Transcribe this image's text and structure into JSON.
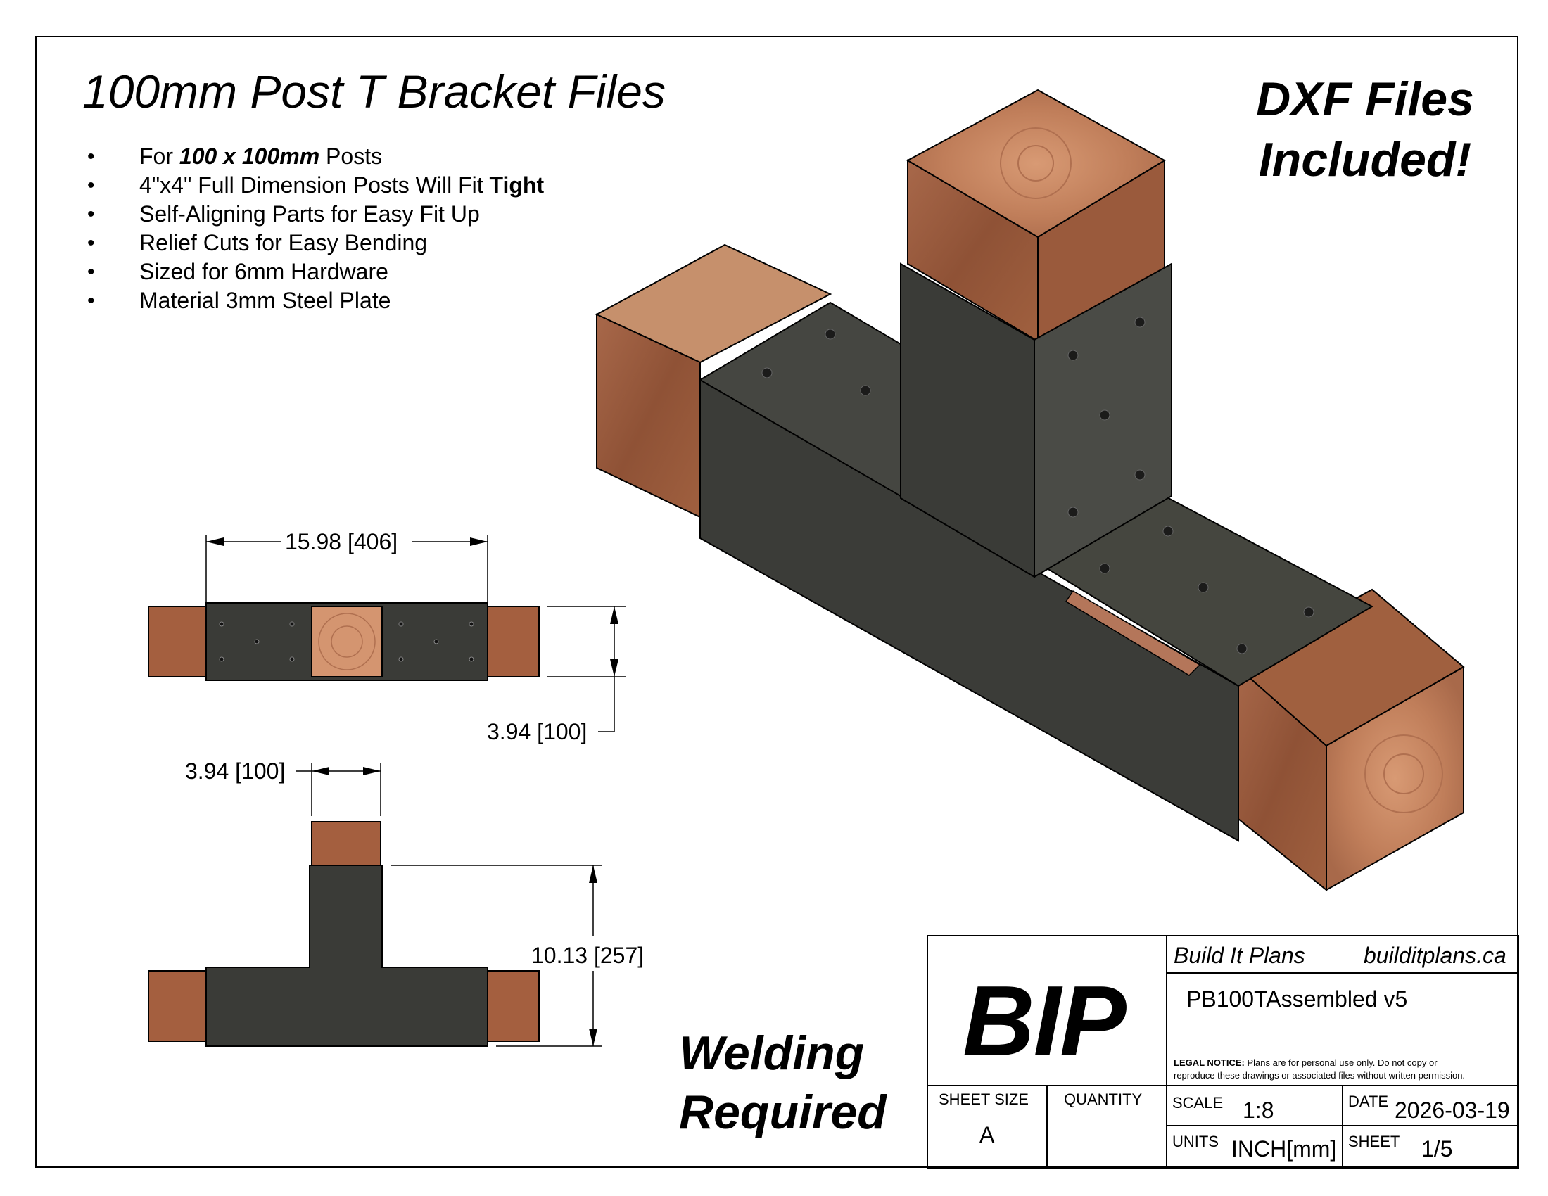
{
  "header": {
    "title": "100mm Post T Bracket Files",
    "badge_line1": "DXF Files",
    "badge_line2": "Included!"
  },
  "features": [
    {
      "pre": "For ",
      "strong": "100 x 100mm",
      "post": " Posts"
    },
    {
      "pre": "4\"x4\" Full Dimension Posts Will Fit ",
      "strong": "Tight",
      "post": ""
    },
    {
      "pre": "Self-Aligning Parts for Easy Fit Up",
      "strong": "",
      "post": ""
    },
    {
      "pre": "Relief Cuts for Easy Bending",
      "strong": "",
      "post": ""
    },
    {
      "pre": "Sized for 6mm Hardware",
      "strong": "",
      "post": ""
    },
    {
      "pre": "Material 3mm Steel Plate",
      "strong": "",
      "post": ""
    }
  ],
  "dimensions": {
    "top_width": "15.98 [406]",
    "top_height": "3.94 [100]",
    "front_post_width": "3.94 [100]",
    "front_height": "10.13 [257]"
  },
  "notice": {
    "line1": "Welding",
    "line2": "Required"
  },
  "title_block": {
    "logo": "BIP",
    "company": "Build It Plans",
    "website": "builditplans.ca",
    "part_name": "PB100TAssembled v5",
    "legal_label": "LEGAL NOTICE:",
    "legal_text_1": "Plans are for personal use only. Do not copy or",
    "legal_text_2": "reproduce these drawings or associated files without written permission.",
    "sheet_size_label": "SHEET SIZE",
    "sheet_size": "A",
    "quantity_label": "QUANTITY",
    "quantity": "",
    "scale_label": "SCALE",
    "scale": "1:8",
    "date_label": "DATE",
    "date": "2026-03-19",
    "units_label": "UNITS",
    "units": "INCH[mm]",
    "sheet_label": "SHEET",
    "sheet": "1/5"
  },
  "colors": {
    "wood": "#9a5a3c",
    "wood_light": "#b4765a",
    "wood_end": "#c58865",
    "steel": "#3a3c38",
    "steel_dark": "#2a2b28",
    "steel_light": "#4a4c47"
  }
}
